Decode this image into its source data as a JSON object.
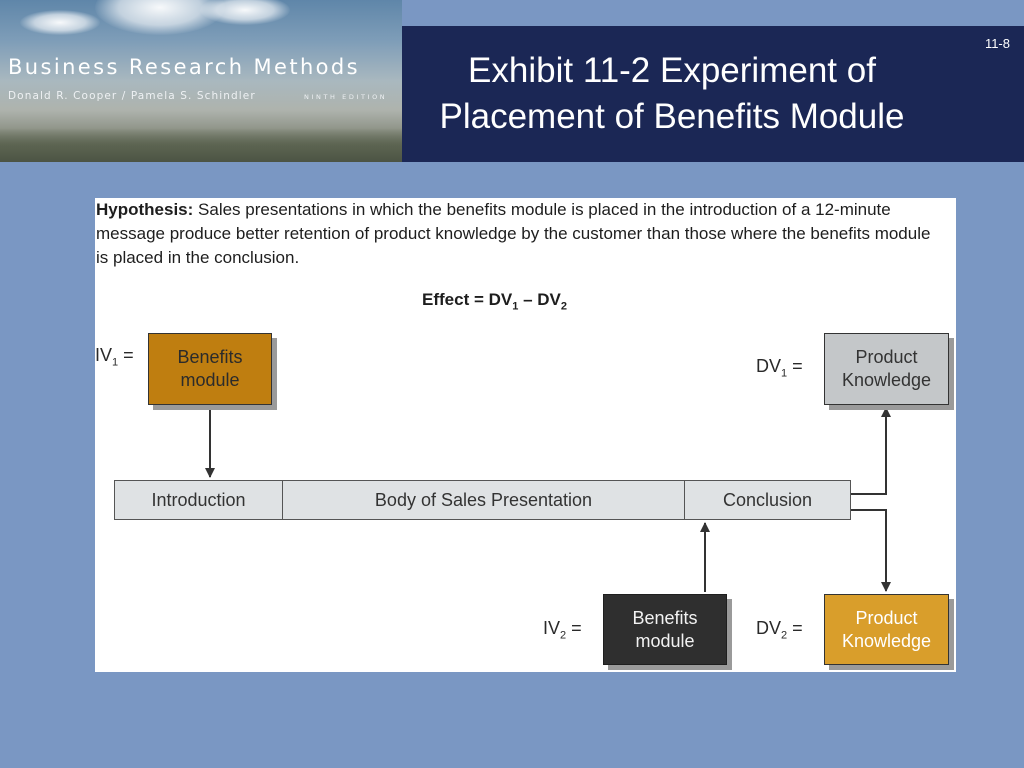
{
  "header": {
    "book_title": "Business Research Methods",
    "book_authors": "Donald R. Cooper / Pamela S. Schindler",
    "book_edition": "NINTH EDITION",
    "slide_number": "11-8",
    "slide_title": "Exhibit 11-2 Experiment of Placement of Benefits Module"
  },
  "exhibit": {
    "hypothesis_label": "Hypothesis:",
    "hypothesis_text": "Sales presentations in which the benefits module is placed in the introduction of a 12-minute message produce better retention of product knowledge by the customer than those where the benefits module is placed in the conclusion.",
    "effect": {
      "prefix": "Effect = DV",
      "sub1": "1",
      "middle": " – DV",
      "sub2": "2"
    },
    "iv1": {
      "label": "IV",
      "sub": "1",
      "suffix": " =",
      "box_line1": "Benefits",
      "box_line2": "module"
    },
    "iv2": {
      "label": "IV",
      "sub": "2",
      "suffix": " =",
      "box_line1": "Benefits",
      "box_line2": "module"
    },
    "dv1": {
      "label": "DV",
      "sub": "1",
      "suffix": " =",
      "box_line1": "Product",
      "box_line2": "Knowledge"
    },
    "dv2": {
      "label": "DV",
      "sub": "2",
      "suffix": " =",
      "box_line1": "Product",
      "box_line2": "Knowledge"
    },
    "presentation": {
      "introduction": "Introduction",
      "body": "Body of Sales Presentation",
      "conclusion": "Conclusion"
    },
    "colors": {
      "iv1_box": "#bf7e10",
      "iv2_box": "#2f2f2f",
      "dv1_box": "#c4c7c9",
      "dv2_box": "#d99e2b",
      "title_bar": "#1b2755",
      "slide_background": "#7a97c3"
    }
  }
}
